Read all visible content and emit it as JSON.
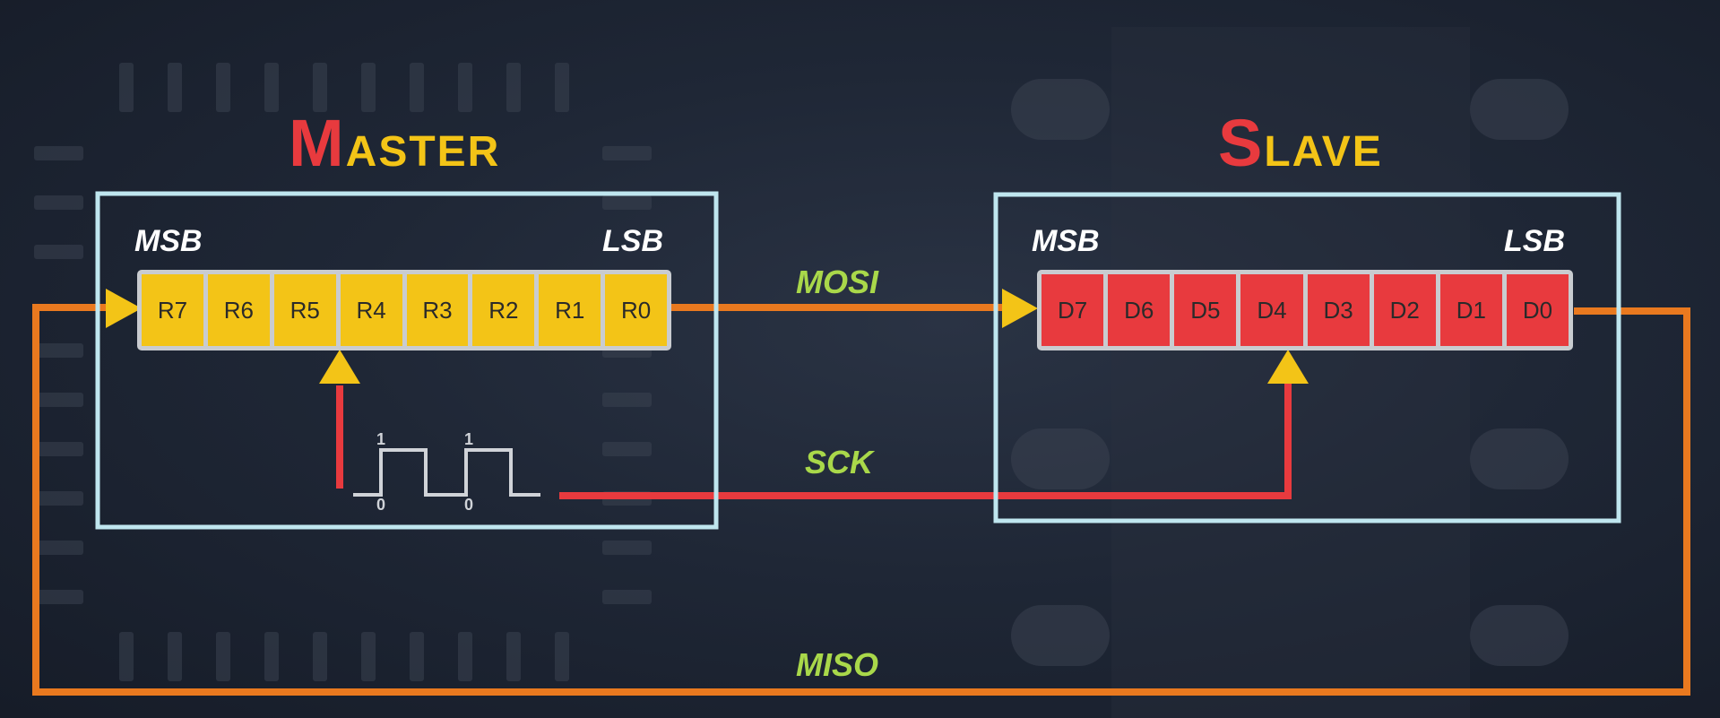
{
  "master": {
    "title_first": "M",
    "title_rest": "ASTER",
    "msb_label": "MSB",
    "lsb_label": "LSB",
    "cells": [
      "R7",
      "R6",
      "R5",
      "R4",
      "R3",
      "R2",
      "R1",
      "R0"
    ]
  },
  "slave": {
    "title_first": "S",
    "title_rest": "LAVE",
    "msb_label": "MSB",
    "lsb_label": "LSB",
    "cells": [
      "D7",
      "D6",
      "D5",
      "D4",
      "D3",
      "D2",
      "D1",
      "D0"
    ]
  },
  "signals": {
    "mosi": "MOSI",
    "sck": "SCK",
    "miso": "MISO"
  },
  "clock": {
    "high_tick_1": "1",
    "high_tick_2": "1",
    "low_tick_1": "0",
    "low_tick_2": "0"
  },
  "colors": {
    "title_first": "#e83a3e",
    "title_rest": "#f3c417",
    "box_border": "#bfe6ef",
    "mosi_miso_line": "#e9791f",
    "sck_line": "#e83a3e",
    "arrow": "#f3c417",
    "signal_label": "#a9d84a"
  }
}
